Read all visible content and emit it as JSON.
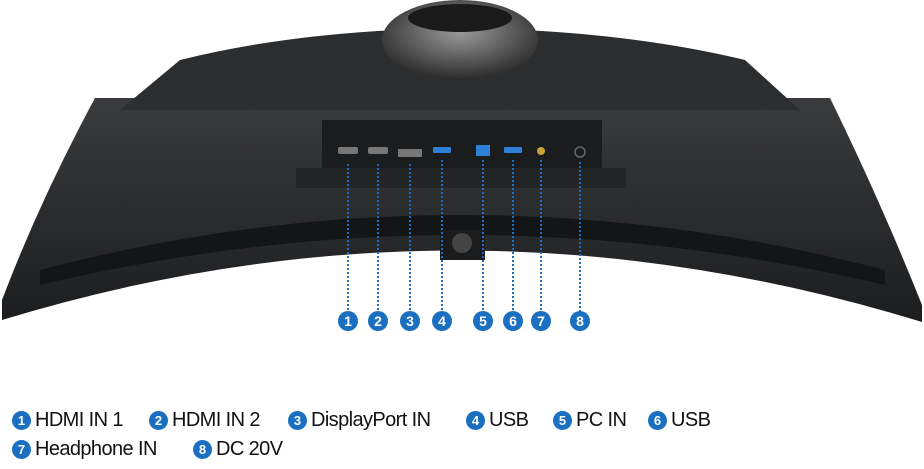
{
  "accent_color": "#1a6fc0",
  "ports": [
    {
      "number": "1",
      "label": "HDMI IN 1"
    },
    {
      "number": "2",
      "label": "HDMI IN 2"
    },
    {
      "number": "3",
      "label": "DisplayPort IN"
    },
    {
      "number": "4",
      "label": "USB"
    },
    {
      "number": "5",
      "label": "PC IN"
    },
    {
      "number": "6",
      "label": "USB"
    },
    {
      "number": "7",
      "label": "Headphone IN"
    },
    {
      "number": "8",
      "label": "DC 20V"
    }
  ]
}
